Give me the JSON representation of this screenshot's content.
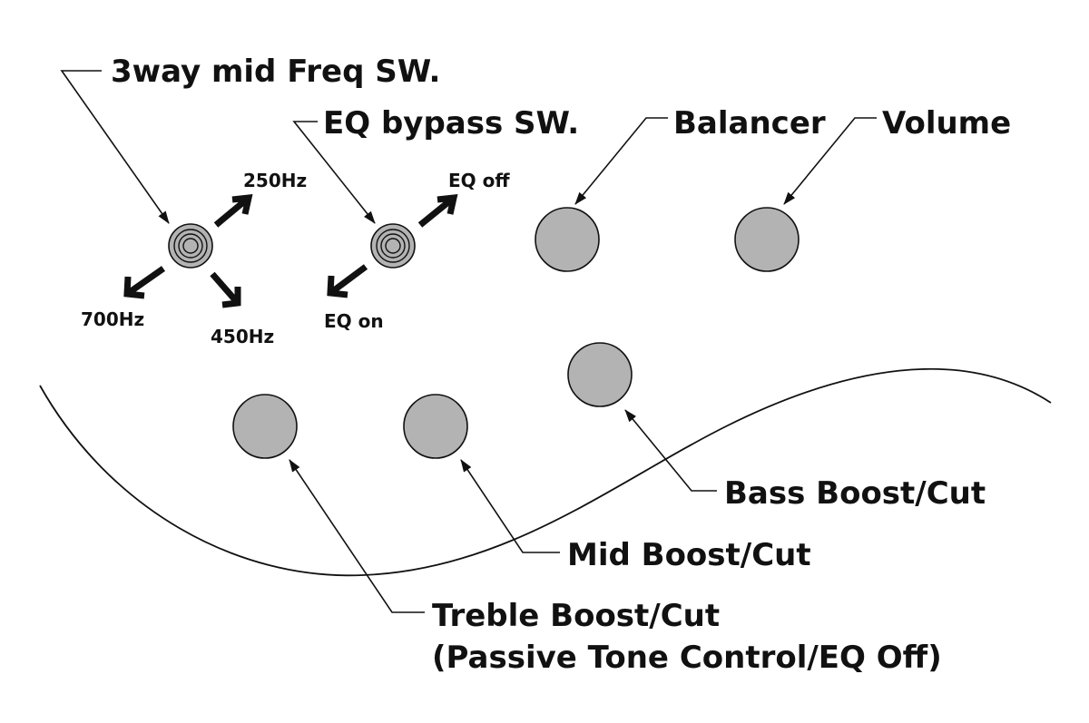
{
  "labels": {
    "mid_freq_switch": "3way mid Freq SW.",
    "eq_bypass_switch": "EQ bypass SW.",
    "balancer": "Balancer",
    "volume": "Volume",
    "bass": "Bass Boost/Cut",
    "mid": "Mid Boost/Cut",
    "treble_line1": "Treble Boost/Cut",
    "treble_line2": "(Passive Tone Control/EQ Off)"
  },
  "mid_freq_positions": {
    "up": "250Hz",
    "down_left": "700Hz",
    "down_right": "450Hz"
  },
  "eq_bypass_positions": {
    "up": "EQ off",
    "down": "EQ on"
  },
  "colors": {
    "knob_fill": "#b3b3b3",
    "ink": "#111111",
    "background": "#ffffff"
  }
}
